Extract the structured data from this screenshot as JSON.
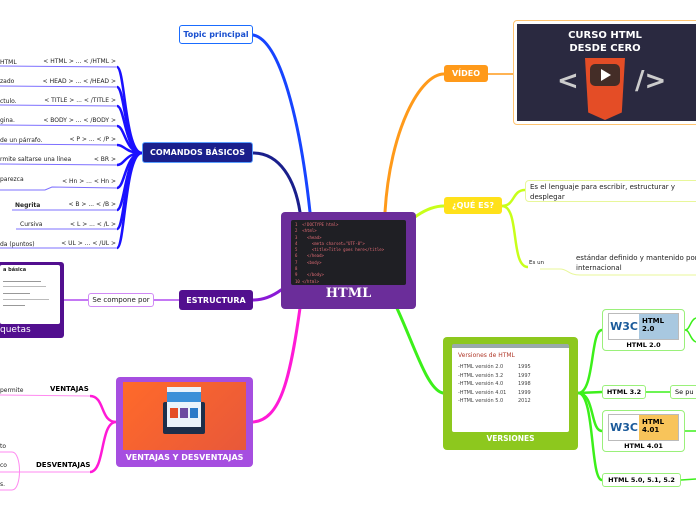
{
  "central": {
    "title": "HTML",
    "code_lines": [
      "1  <!DOCTYPE html>",
      "2  <html>",
      "3    <head>",
      "4      <meta charset=\"UTF-8\">",
      "5      <title>Title goes here</title>",
      "6    </head>",
      "7    <body>",
      "8",
      "9    </body>",
      "10 </html>"
    ]
  },
  "topic_principal": "Topic principal",
  "comandos": {
    "label": "COMANDOS BÁSICOS",
    "rows": [
      {
        "text": "HTML",
        "code": "< HTML > ... < /HTML >"
      },
      {
        "text": "zado",
        "code": "< HEAD > ... < /HEAD >"
      },
      {
        "text": "ctulo.",
        "code": "< TITLE > ... < /TITLE >"
      },
      {
        "text": "gina.",
        "code": "< BODY > ... < /BODY >"
      },
      {
        "text": "de un párrafo.",
        "code": "< P > ... < /P >"
      },
      {
        "text": "rmite saltarse una línea",
        "code": "< BR >"
      },
      {
        "text": "parezca",
        "code": "< Hn > ... < Hn >"
      },
      {
        "text": "Negrita",
        "code": "< B > ... < /B >"
      },
      {
        "text": "Cursiva",
        "code": "< L > ... < /L >"
      },
      {
        "text": "da (puntos)",
        "code": "< UL > ... < /UL >"
      }
    ]
  },
  "estructura": {
    "label": "ESTRUCTURA",
    "link": "Se compone por",
    "card_title": "a básica",
    "card_caption": "quetas"
  },
  "ventajas": {
    "label": "VENTAJAS Y DESVENTAJAS",
    "ventajas": "VENTAJAS",
    "desventajas": "DESVENTAJAS",
    "v_items": [
      "permite"
    ],
    "d_items": [
      "to",
      "co",
      "s."
    ]
  },
  "video": {
    "label": "VÍDEO",
    "thumb_title_1": "CURSO HTML",
    "thumb_title_2": "DESDE CERO",
    "icon": "play-icon"
  },
  "que_es": {
    "label": "¿QUÉ ES?",
    "def": "Es el lenguaje para escribir, estructurar y desplegar",
    "es_un": "Es un",
    "estandar": "estándar definido y mantenido por",
    "internacional": "internacional"
  },
  "versiones": {
    "label": "VERSIONES",
    "card_title": "Versiones de HTML",
    "table": [
      [
        "-HTML versión 2.0",
        "1995"
      ],
      [
        "-HTML versión 3.2",
        "1997"
      ],
      [
        "-HTML versión 4.0",
        "1998"
      ],
      [
        "-HTML versión 4.01",
        "1999"
      ],
      [
        "-HTML versión 5.0",
        "2012"
      ]
    ],
    "items": [
      {
        "label": "HTML 2.0",
        "badge": "HTML 2.0"
      },
      {
        "label": "HTML 3.2",
        "link": "Se pu"
      },
      {
        "label": "HTML 4.01",
        "badge": "HTML 4.01"
      },
      {
        "label": "HTML 5.0, 5.1, 5.2"
      }
    ]
  },
  "colors": {
    "comandos": "#1a1f8c",
    "estructura": "#520f8f",
    "ventajas": "#a64ee0",
    "video": "#ff9a1a",
    "que_es": "#ffe11a",
    "versiones": "#8dc81e",
    "central": "#6b2d9a"
  }
}
